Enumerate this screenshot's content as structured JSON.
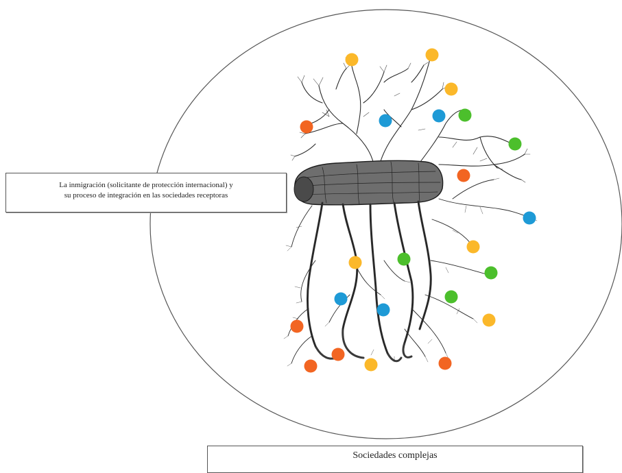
{
  "labels": {
    "immigration_line1": "La inmigración (solicitante de protección internacional) y",
    "immigration_line2": "su proceso de integración en las sociedades receptoras",
    "society": "Sociedades complejas"
  },
  "colors": {
    "orange": "#f26522",
    "yellow": "#fbb82a",
    "blue": "#1e9ad6",
    "green": "#4cbf2c",
    "ink": "#2a2a2a",
    "circle_outline": "#555555"
  },
  "illustration": "tree-root-drawing",
  "dots": [
    {
      "color": "yellow"
    },
    {
      "color": "yellow"
    },
    {
      "color": "yellow"
    },
    {
      "color": "orange"
    },
    {
      "color": "blue"
    },
    {
      "color": "blue"
    },
    {
      "color": "green"
    },
    {
      "color": "green"
    },
    {
      "color": "orange"
    },
    {
      "color": "blue"
    },
    {
      "color": "yellow"
    },
    {
      "color": "yellow"
    },
    {
      "color": "green"
    },
    {
      "color": "green"
    },
    {
      "color": "blue"
    },
    {
      "color": "blue"
    },
    {
      "color": "green"
    },
    {
      "color": "yellow"
    },
    {
      "color": "orange"
    },
    {
      "color": "orange"
    },
    {
      "color": "orange"
    },
    {
      "color": "yellow"
    },
    {
      "color": "orange"
    }
  ]
}
